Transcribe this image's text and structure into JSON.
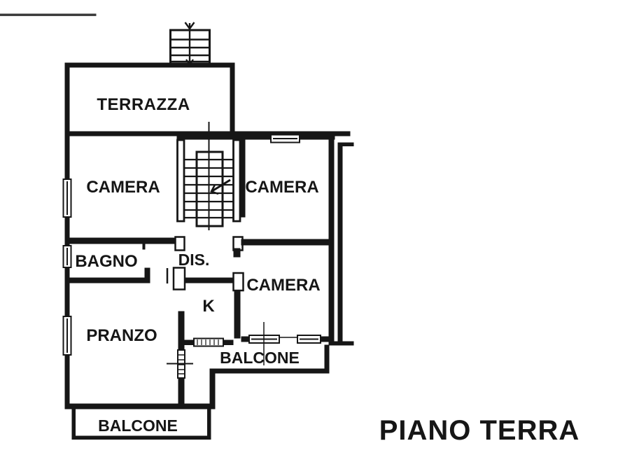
{
  "title": {
    "text": "PIANO TERRA"
  },
  "plan": {
    "terrazza": "TERRAZZA",
    "camera_nw": "CAMERA",
    "camera_ne": "CAMERA",
    "camera_se": "CAMERA",
    "bagno": "BAGNO",
    "disimpegno": "DIS.",
    "cucina": "K",
    "pranzo": "PRANZO",
    "balcone_right": "BALCONE",
    "balcone_bottom": "BALCONE"
  },
  "colors": {
    "ink": "#161616",
    "paper": "#ffffff"
  }
}
